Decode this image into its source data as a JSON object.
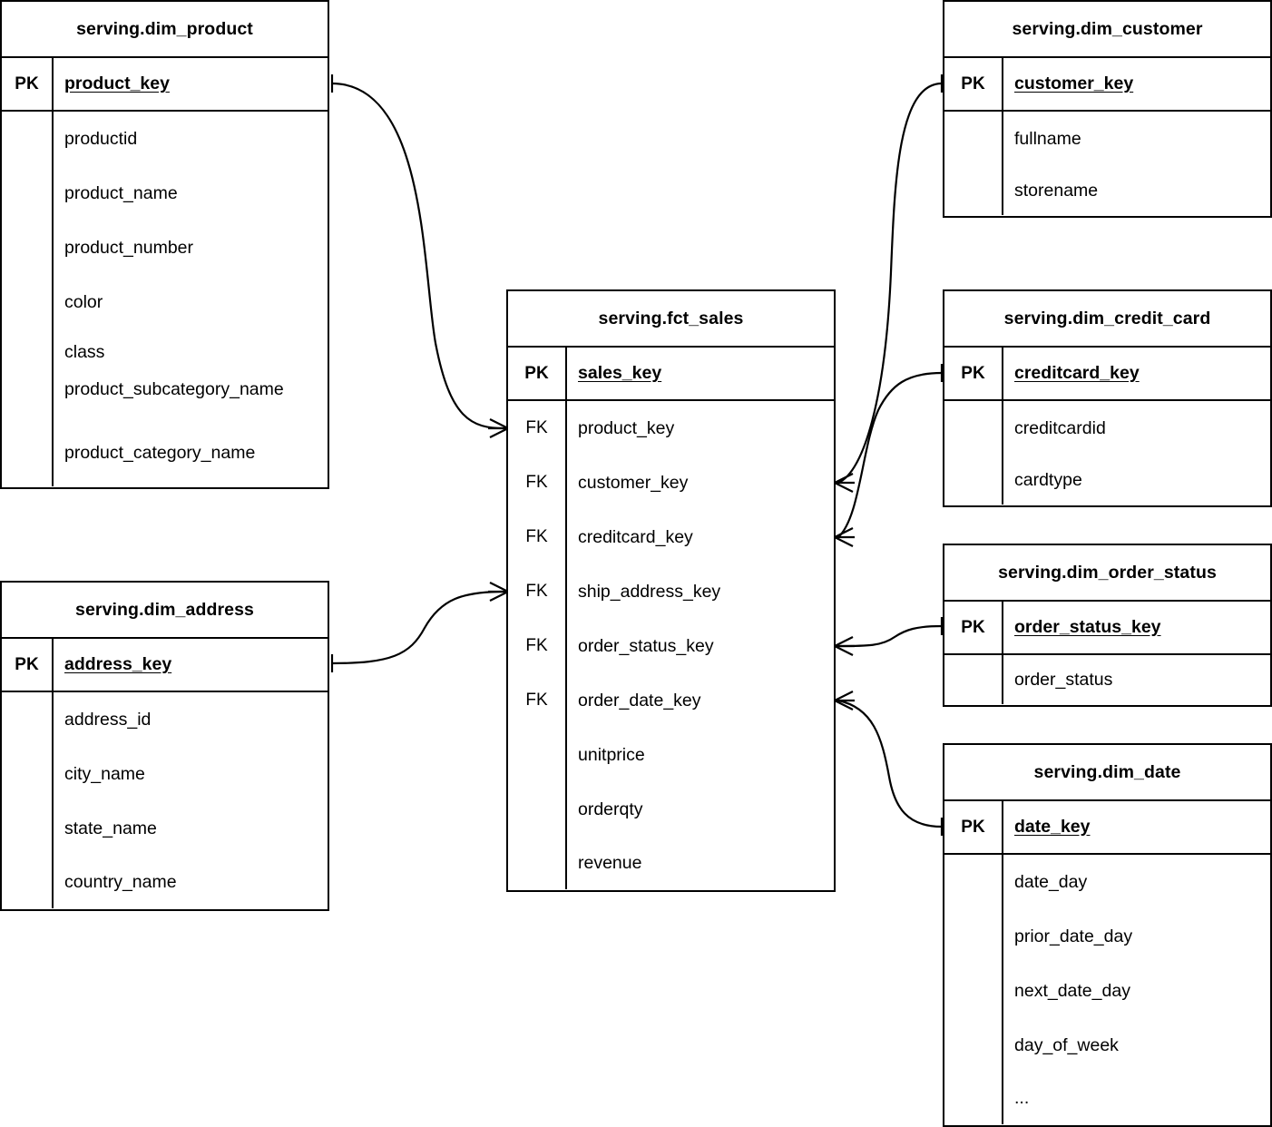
{
  "diagram": {
    "type": "entity-relationship-diagram",
    "notation": "crow-foot",
    "background_color": "#ffffff",
    "line_color": "#000000",
    "key_labels": {
      "primary": "PK",
      "foreign": "FK"
    }
  },
  "entities": [
    {
      "id": "dim_product",
      "title": "serving.dim_product",
      "pk": {
        "tag": "PK",
        "name": "product_key"
      },
      "fields": [
        {
          "tag": "",
          "name": "productid"
        },
        {
          "tag": "",
          "name": "product_name"
        },
        {
          "tag": "",
          "name": "product_number"
        },
        {
          "tag": "",
          "name": "color"
        },
        {
          "tag": "",
          "name": "class"
        },
        {
          "tag": "",
          "name": "product_subcategory_name",
          "wrap": true
        },
        {
          "tag": "",
          "name": "product_category_name"
        }
      ]
    },
    {
      "id": "dim_address",
      "title": "serving.dim_address",
      "pk": {
        "tag": "PK",
        "name": "address_key"
      },
      "fields": [
        {
          "tag": "",
          "name": "address_id"
        },
        {
          "tag": "",
          "name": "city_name"
        },
        {
          "tag": "",
          "name": "state_name"
        },
        {
          "tag": "",
          "name": "country_name"
        }
      ]
    },
    {
      "id": "fct_sales",
      "title": "serving.fct_sales",
      "pk": {
        "tag": "PK",
        "name": "sales_key"
      },
      "fields": [
        {
          "tag": "FK",
          "name": "product_key"
        },
        {
          "tag": "FK",
          "name": "customer_key"
        },
        {
          "tag": "FK",
          "name": "creditcard_key"
        },
        {
          "tag": "FK",
          "name": "ship_address_key"
        },
        {
          "tag": "FK",
          "name": "order_status_key"
        },
        {
          "tag": "FK",
          "name": "order_date_key"
        },
        {
          "tag": "",
          "name": "unitprice"
        },
        {
          "tag": "",
          "name": "orderqty"
        },
        {
          "tag": "",
          "name": "revenue"
        }
      ]
    },
    {
      "id": "dim_customer",
      "title": "serving.dim_customer",
      "pk": {
        "tag": "PK",
        "name": "customer_key"
      },
      "fields": [
        {
          "tag": "",
          "name": "fullname"
        },
        {
          "tag": "",
          "name": "storename"
        }
      ]
    },
    {
      "id": "dim_credit_card",
      "title": "serving.dim_credit_card",
      "pk": {
        "tag": "PK",
        "name": "creditcard_key"
      },
      "fields": [
        {
          "tag": "",
          "name": "creditcardid"
        },
        {
          "tag": "",
          "name": "cardtype"
        }
      ]
    },
    {
      "id": "dim_order_status",
      "title": "serving.dim_order_status",
      "pk": {
        "tag": "PK",
        "name": "order_status_key"
      },
      "fields": [
        {
          "tag": "",
          "name": "order_status"
        }
      ]
    },
    {
      "id": "dim_date",
      "title": "serving.dim_date",
      "pk": {
        "tag": "PK",
        "name": "date_key"
      },
      "fields": [
        {
          "tag": "",
          "name": "date_day"
        },
        {
          "tag": "",
          "name": "prior_date_day"
        },
        {
          "tag": "",
          "name": "next_date_day"
        },
        {
          "tag": "",
          "name": "day_of_week"
        },
        {
          "tag": "",
          "name": "..."
        }
      ]
    }
  ],
  "relationships": [
    {
      "id": "rel-product",
      "from": "dim_product.product_key",
      "to": "fct_sales.product_key",
      "from_cardinality": "one",
      "to_cardinality": "many"
    },
    {
      "id": "rel-address",
      "from": "dim_address.address_key",
      "to": "fct_sales.ship_address_key",
      "from_cardinality": "one",
      "to_cardinality": "many"
    },
    {
      "id": "rel-customer",
      "from": "dim_customer.customer_key",
      "to": "fct_sales.customer_key",
      "from_cardinality": "one",
      "to_cardinality": "many"
    },
    {
      "id": "rel-creditcard",
      "from": "dim_credit_card.creditcard_key",
      "to": "fct_sales.creditcard_key",
      "from_cardinality": "one",
      "to_cardinality": "many"
    },
    {
      "id": "rel-orderstatus",
      "from": "dim_order_status.order_status_key",
      "to": "fct_sales.order_status_key",
      "from_cardinality": "one",
      "to_cardinality": "many"
    },
    {
      "id": "rel-date",
      "from": "dim_date.date_key",
      "to": "fct_sales.order_date_key",
      "from_cardinality": "one",
      "to_cardinality": "many"
    }
  ]
}
